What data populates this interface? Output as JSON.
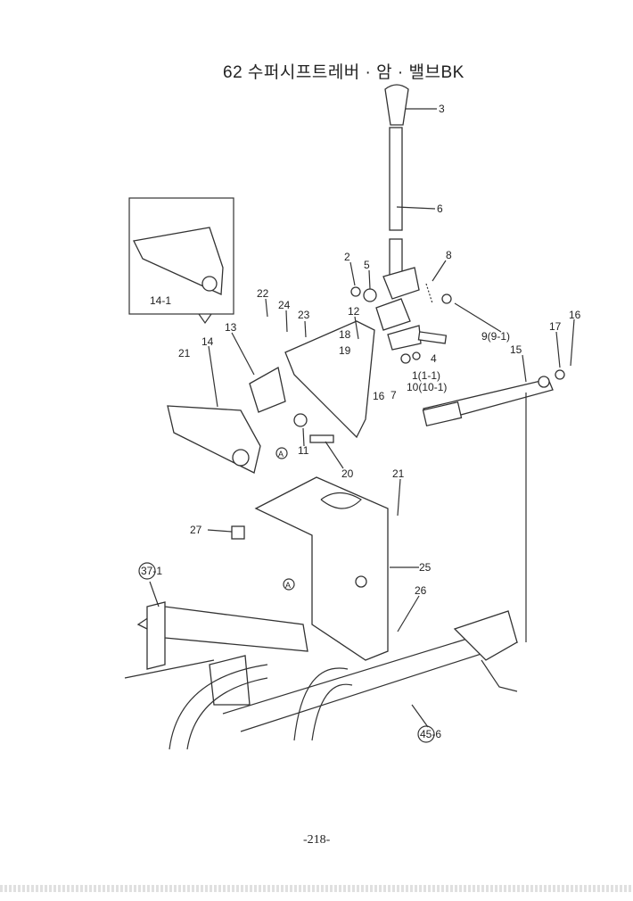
{
  "title": "62  수퍼시프트레버 · 암 · 밸브BK",
  "page_number": "-218-",
  "callouts": {
    "c3": "3",
    "c6": "6",
    "c8": "8",
    "c2": "2",
    "c5": "5",
    "c22": "22",
    "c24": "24",
    "c23": "23",
    "c12": "12",
    "c18": "18",
    "c19": "19",
    "c13": "13",
    "c14": "14",
    "c14_1": "14-1",
    "c21a": "21",
    "c9": "9(9-1)",
    "c17": "17",
    "c16a": "16",
    "c15": "15",
    "c4": "4",
    "c1": "1(1-1)",
    "c10": "10(10-1)",
    "c7": "7",
    "c16b": "16",
    "c11": "11",
    "c20": "20",
    "cA1": "A",
    "c21b": "21",
    "c27": "27",
    "c25": "25",
    "c26": "26",
    "c37_1": "37-1",
    "c45_6": "45-6",
    "cA2": "A"
  }
}
